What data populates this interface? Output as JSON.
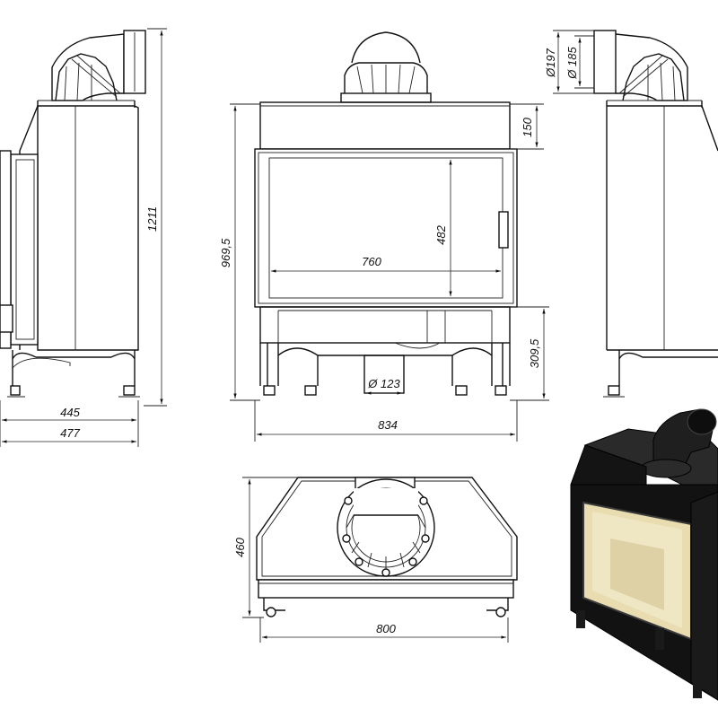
{
  "dimensions": {
    "side_depth_inner": "445",
    "side_depth_outer": "477",
    "total_height": "1211",
    "front_height": "969,5",
    "top_height": "150",
    "glass_width": "760",
    "glass_height": "482",
    "base_height": "309,5",
    "inlet_diameter": "Ø 123",
    "front_width": "834",
    "outlet_outer": "Ø197",
    "outlet_inner": "Ø 185",
    "plan_depth": "460",
    "plan_width": "800"
  },
  "colors": {
    "line": "#111111",
    "body_dark": "#1a1a1a",
    "glass": "#e8dcb0"
  }
}
